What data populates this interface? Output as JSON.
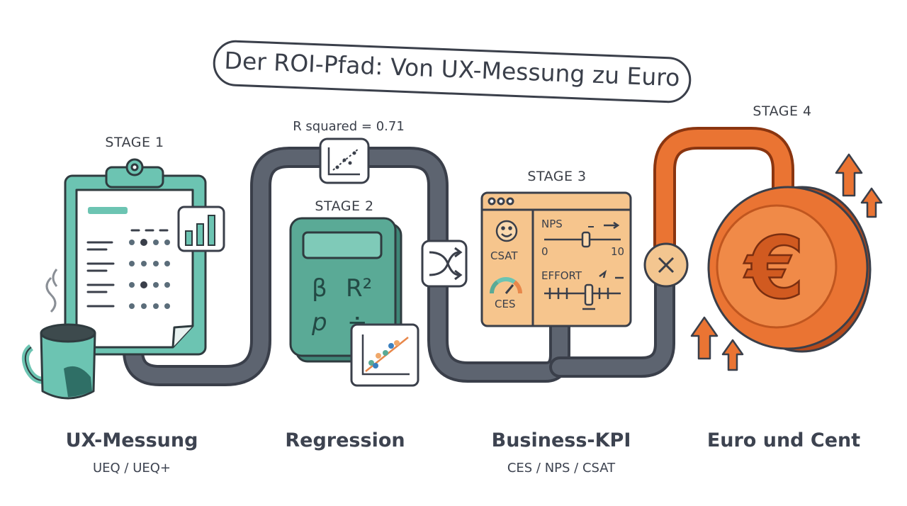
{
  "title": "Der ROI-Pfad: Von UX-Messung zu Euro",
  "annotation": "R squared = 0.71",
  "stages": [
    {
      "label": "STAGE 1",
      "title": "UX-Messung",
      "subtitle": "UEQ / UEQ+"
    },
    {
      "label": "STAGE 2",
      "title": "Regression",
      "subtitle": ""
    },
    {
      "label": "STAGE 3",
      "title": "Business-KPI",
      "subtitle": "CES / NPS / CSAT"
    },
    {
      "label": "STAGE 4",
      "title": "Euro und Cent",
      "subtitle": ""
    }
  ],
  "calculator": {
    "beta": "β",
    "r2": "R²",
    "p": "p",
    "div": "÷"
  },
  "dashboard": {
    "csat": "CSAT",
    "ces": "CES",
    "nps": "NPS",
    "nps_min": "0",
    "nps_max": "10",
    "effort": "EFFORT"
  },
  "coin": {
    "symbol": "€"
  },
  "colors": {
    "pipe": "#5d6470",
    "teal": "#6cc4b2",
    "teal_dark": "#2f6f66",
    "calc": "#5aaa96",
    "dash": "#f6c58d",
    "orange": "#ea7433",
    "orange_dark": "#b54a1c",
    "ink": "#3a3f4a"
  }
}
